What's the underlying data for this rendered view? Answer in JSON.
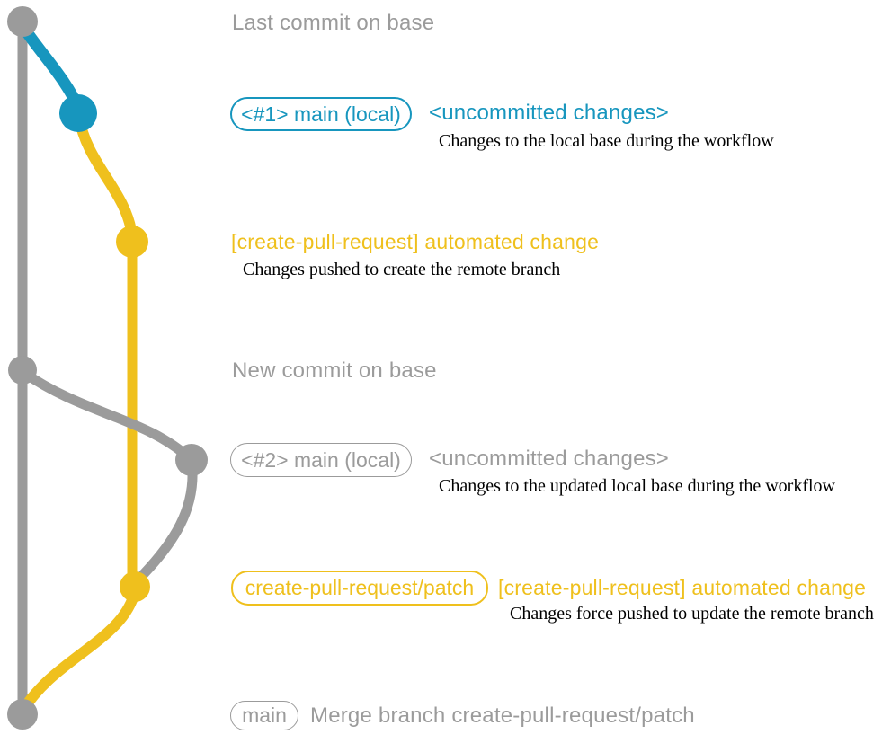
{
  "colors": {
    "gray": "#9b9b9b",
    "teal": "#1796be",
    "yellow": "#efc01d",
    "ink": "#000000"
  },
  "graph": {
    "description": "git branch diagram",
    "branches": {
      "base": "gray",
      "main_local": "teal then gray",
      "create_pull_request_patch": "yellow"
    }
  },
  "annotations": {
    "last_commit_heading": "Last commit on base",
    "branch1_badge": "<#1> main (local)",
    "branch1_status": "<uncommitted changes>",
    "branch1_caption": "Changes to the local base during the workflow",
    "auto1_heading": "[create-pull-request] automated change",
    "auto1_caption": "Changes pushed to create the remote branch",
    "new_commit_heading": "New commit on base",
    "branch2_badge": "<#2> main (local)",
    "branch2_status": "<uncommitted changes>",
    "branch2_caption": "Changes to the updated local base during the workflow",
    "patch_badge": "create-pull-request/patch",
    "auto2_heading": "[create-pull-request] automated change",
    "auto2_caption": "Changes force pushed to update the remote branch",
    "main_badge": "main",
    "merge_caption": "Merge branch create-pull-request/patch"
  }
}
